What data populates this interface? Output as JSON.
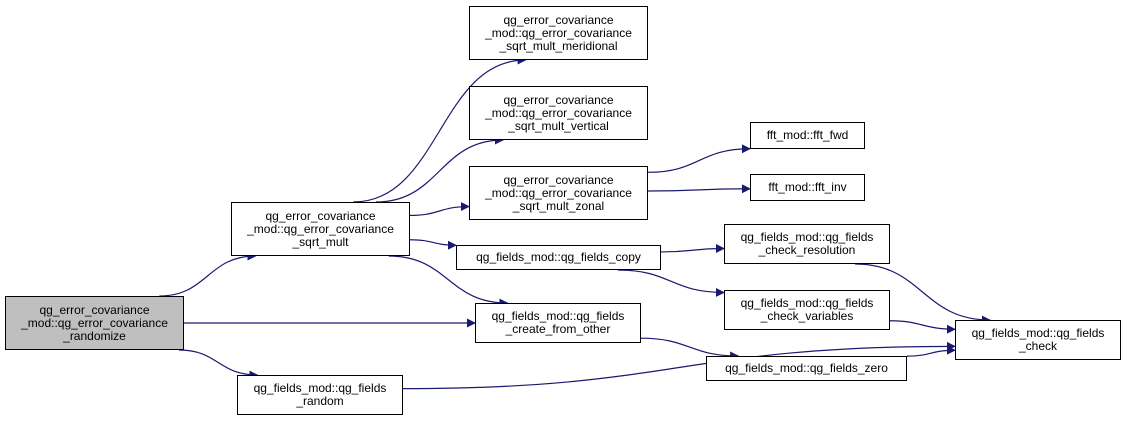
{
  "colors": {
    "edge": "#191970",
    "node_border": "#000000",
    "root_fill": "#bfbfbf",
    "node_fill": "#ffffff"
  },
  "nodes": {
    "randomize": {
      "lines": [
        "qg_error_covariance",
        "_mod::qg_error_covariance",
        "_randomize"
      ]
    },
    "sqrt_mult": {
      "lines": [
        "qg_error_covariance",
        "_mod::qg_error_covariance",
        "_sqrt_mult"
      ]
    },
    "meridional": {
      "lines": [
        "qg_error_covariance",
        "_mod::qg_error_covariance",
        "_sqrt_mult_meridional"
      ]
    },
    "vertical": {
      "lines": [
        "qg_error_covariance",
        "_mod::qg_error_covariance",
        "_sqrt_mult_vertical"
      ]
    },
    "zonal": {
      "lines": [
        "qg_error_covariance",
        "_mod::qg_error_covariance",
        "_sqrt_mult_zonal"
      ]
    },
    "fft_fwd": {
      "lines": [
        "fft_mod::fft_fwd"
      ]
    },
    "fft_inv": {
      "lines": [
        "fft_mod::fft_inv"
      ]
    },
    "fields_copy": {
      "lines": [
        "qg_fields_mod::qg_fields_copy"
      ]
    },
    "check_resolution": {
      "lines": [
        "qg_fields_mod::qg_fields",
        "_check_resolution"
      ]
    },
    "check_variables": {
      "lines": [
        "qg_fields_mod::qg_fields",
        "_check_variables"
      ]
    },
    "create_from_other": {
      "lines": [
        "qg_fields_mod::qg_fields",
        "_create_from_other"
      ]
    },
    "fields_zero": {
      "lines": [
        "qg_fields_mod::qg_fields_zero"
      ]
    },
    "fields_check": {
      "lines": [
        "qg_fields_mod::qg_fields",
        "_check"
      ]
    },
    "fields_random": {
      "lines": [
        "qg_fields_mod::qg_fields",
        "_random"
      ]
    }
  },
  "edges": [
    [
      "randomize",
      "sqrt_mult"
    ],
    [
      "randomize",
      "create_from_other"
    ],
    [
      "randomize",
      "fields_random"
    ],
    [
      "sqrt_mult",
      "meridional"
    ],
    [
      "sqrt_mult",
      "vertical"
    ],
    [
      "sqrt_mult",
      "zonal"
    ],
    [
      "sqrt_mult",
      "fields_copy"
    ],
    [
      "sqrt_mult",
      "create_from_other"
    ],
    [
      "zonal",
      "fft_fwd"
    ],
    [
      "zonal",
      "fft_inv"
    ],
    [
      "fields_copy",
      "check_resolution"
    ],
    [
      "fields_copy",
      "check_variables"
    ],
    [
      "create_from_other",
      "fields_zero"
    ],
    [
      "check_resolution",
      "fields_check"
    ],
    [
      "check_variables",
      "fields_check"
    ],
    [
      "fields_zero",
      "fields_check"
    ],
    [
      "fields_random",
      "fields_check"
    ]
  ]
}
